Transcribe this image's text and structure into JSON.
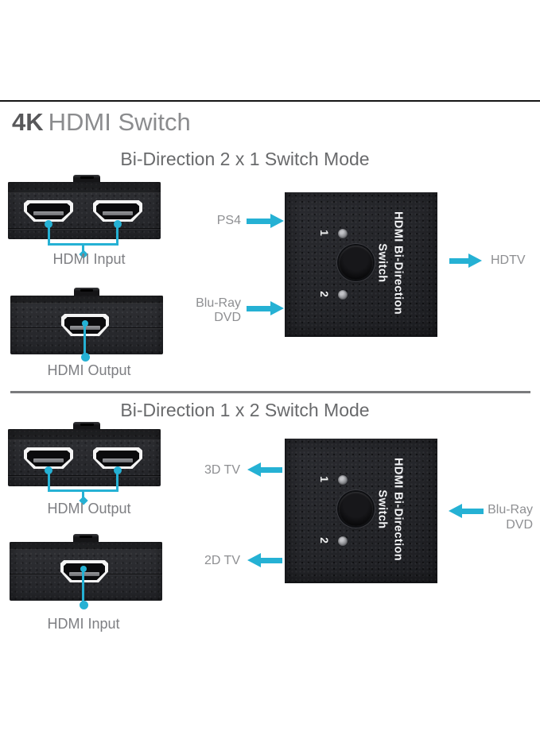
{
  "title": {
    "bold": "4K",
    "rest": "HDMI Switch"
  },
  "colors": {
    "accent_cyan": "#25b1d4",
    "device_black": "#232428",
    "label_gray": "#8e8f92"
  },
  "section1": {
    "heading": "Bi-Direction 2 x 1 Switch Mode",
    "dual_device_label": "HDMI Input",
    "single_device_label": "HDMI Output",
    "source_top": "PS4",
    "source_bottom_line1": "Blu-Ray",
    "source_bottom_line2": "DVD",
    "sink_right": "HDTV"
  },
  "section2": {
    "heading": "Bi-Direction 1 x 2 Switch Mode",
    "dual_device_label": "HDMI Output",
    "single_device_label": "HDMI Input",
    "sink_top": "3D TV",
    "sink_bottom": "2D TV",
    "source_right_line1": "Blu-Ray",
    "source_right_line2": "DVD"
  },
  "switch_device": {
    "name_line1": "HDMI Bi-Direction",
    "name_line2": "Switch",
    "port1": "1",
    "port2": "2"
  }
}
